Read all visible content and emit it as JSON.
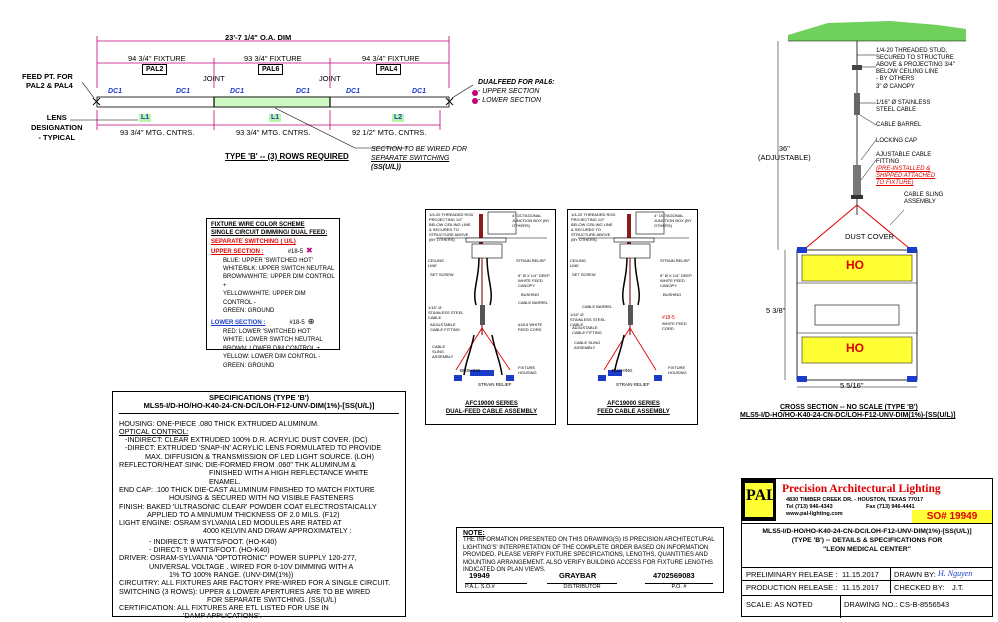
{
  "plan": {
    "overall_dim": "23'-7 1/4\" O.A. DIM",
    "fixture_dims": [
      "94 3/4\" FIXTURE",
      "93 3/4\" FIXTURE",
      "94 3/4\" FIXTURE"
    ],
    "fixture_tags": [
      "PAL2",
      "PAL6",
      "PAL4"
    ],
    "joints": [
      "JOINT",
      "JOINT"
    ],
    "dc_tags": [
      "DC1",
      "DC1",
      "DC1",
      "DC1",
      "DC1",
      "DC1"
    ],
    "lens_tags": [
      "L1",
      "L1",
      "L2"
    ],
    "mtg_centers": [
      "93 3/4\" MTG. CNTRS.",
      "93 3/4\" MTG. CNTRS.",
      "92 1/2\" MTG. CNTRS."
    ],
    "feed_label": [
      "FEED PT. FOR",
      "PAL2 & PAL4"
    ],
    "lens_label": [
      "LENS",
      "DESIGNATION",
      "- TYPICAL"
    ],
    "dualfeed_label": [
      "DUALFEED FOR PAL6:",
      "- UPPER SECTION",
      "- LOWER SECTION"
    ],
    "section_note": [
      "SECTION TO BE WIRED FOR",
      "SEPARATE SWITCHING",
      "(SS(U/L))"
    ],
    "title": "TYPE 'B' -- (3) ROWS REQUIRED"
  },
  "wire_scheme": {
    "title1": "FIXTURE WIRE COLOR SCHEME",
    "title2": "SINGLE CIRCUIT DIMMING/ DUAL FEED:",
    "title3": "SEPARATE SWITCHING ( U/L)",
    "upper_head": "UPPER SECTION :",
    "upper_tag": "#18-5",
    "upper_lines": [
      "BLUE: UPPER 'SWITCHED HOT'",
      "WHITE/BLK: UPPER SWITCH NEUTRAL",
      "BROWN/WHITE: UPPER DIM CONTROL +",
      "YELLOW/WHITE: UPPER DIM CONTROL -",
      "GREEN: GROUND"
    ],
    "lower_head": "LOWER SECTION :",
    "lower_tag": "#18-5",
    "lower_lines": [
      "RED: LOWER 'SWITCHED HOT'",
      "WHITE: LOWER SWITCH NEUTRAL",
      "BROWN: LOWER DIM CONTROL +",
      "YELLOW: LOWER DIM CONTROL -",
      "GREEN: GROUND"
    ]
  },
  "assembly1": {
    "labels": [
      "1/4-20 THREADED ROD PROJECTING 1/2\" BELOW CEILING LINE & SECURED TO STRUCTURE ABOVE (BY OTHERS)",
      "4\" OCTAGONAL JUNCTION BOX (BY OTHERS)",
      "CEILING LINE",
      "STRAIN RELIEF",
      "SET SCREW",
      "5\" Ø X 1/4\" DEEP WHITE FEED CANOPY",
      "BUSHING",
      "CABLE BARREL",
      "1/16\" Ø STAINLESS STEEL CABLE",
      "ADJUSTABLE CABLE FITTING",
      "#18-5 WHITE FEED CORD",
      "CABLE SLING ASSEMBLY",
      "BUSHING",
      "STRAIN RELIEF",
      "FIXTURE HOUSING"
    ],
    "title1": "AFC19000 SERIES",
    "title2": "DUAL-FEED CABLE ASSEMBLY"
  },
  "assembly2": {
    "labels": [
      "1/4-20 THREADED ROD PROJECTING 1/2\" BELOW CEILING LINE & SECURED TO STRUCTURE ABOVE (BY OTHERS)",
      "4\" OCTAGONAL JUNCTION BOX (BY OTHERS)",
      "CEILING LINE",
      "STRAIN RELIEF",
      "SET SCREW",
      "5\" Ø X 1/4\" DEEP WHITE FEED CANOPY",
      "BUSHING",
      "CABLE BARREL",
      "1/16\" Ø STAINLESS STEEL CABLE",
      "ADJUSTABLE CABLE FITTING",
      "#18-5",
      "WHITE FEED CORD",
      "CABLE SLING ASSEMBLY",
      "BUSHING",
      "STRAIN RELIEF",
      "FIXTURE HOUSING"
    ],
    "title1": "AFC19000 SERIES",
    "title2": "FEED CABLE ASSEMBLY"
  },
  "section": {
    "labels": [
      "1/4-20 THREADED STUD,",
      "SECURED TO STRUCTURE",
      "ABOVE & PROJECTING 3/4\"",
      "BELOW CEILING LINE",
      "- BY OTHERS",
      "3\" Ø CANOPY",
      "1/16\" Ø STAINLESS",
      "STEEL CABLE",
      "CABLE BARREL",
      "LOCKING CAP",
      "AJUSTABLE CABLE",
      "FITTING",
      "(PRE-INSTALLED &",
      "SHIPPED ATTACHED",
      "TO FIXTURE)",
      "CABLE SLING",
      "ASSEMBLY"
    ],
    "height_dim": [
      "36\"",
      "(ADJUSTABLE)"
    ],
    "dust_cover": "DUST COVER",
    "ho_top": "HO",
    "ho_bottom": "HO",
    "side_dim": "5 3/8\"",
    "bottom_dim": "5 5/16\"",
    "title1": "CROSS SECTION -- NO SCALE (TYPE 'B')",
    "title2": "MLS5-I/D-HO/HO-K40-24-CN-DC/LOH-F12-UNV-DIM(1%)-[SS(U/L)]"
  },
  "specs": {
    "heading": "SPECIFICATIONS (TYPE 'B')",
    "model": "MLS5-I/D-HO/HO-K40-24-CN-DC/LOH-F12-UNV-DIM(1%)-[SS(U/L)]",
    "lines": [
      "HOUSING: ONE-PIECE .080 THICK EXTRUDED ALUMINUM.",
      "OPTICAL CONTROL:",
      "-INDIRECT: CLEAR EXTRUDED 100% D.R. ACRYLIC DUST COVER. (DC)",
      "-DIRECT: EXTRUDED 'SNAP-IN' ACRYLIC LENS FORMULATED TO PROVIDE",
      "MAX. DIFFUSION & TRANSMISSION OF LED LIGHT SOURCE. (LOH)",
      "REFLECTOR/HEAT SINK: DIE-FORMED FROM .060\" THK ALUMINUM &",
      "FINISHED WITH A HIGH REFLECTANCE WHITE ENAMEL.",
      "END CAP: .100 THICK DIE-CAST ALUMINUM FINISHED TO MATCH FIXTURE",
      "HOUSING & SECURED WITH NO VISIBLE FASTENERS",
      "FINISH: BAKED 'ULTRASONIC CLEAR' POWDER COAT ELECTROSTAICALLY",
      "APPLIED TO A MINUMUM THICKNESS OF 2.0 MILS. (F12)",
      "LIGHT ENGINE: OSRAM SYLVANIA LED MODULES ARE RATED AT",
      "4000 KELVIN AND DRAW APPROXIMATELY :",
      "- INDIRECT: 9 WATTS/FOOT. (HO-K40)",
      "- DIRECT: 9 WATTS/FOOT. (HO-K40)",
      "DRIVER: OSRAM-SYLVANIA \"OPTOTRONIC\" POWER SUPPLY 120-277,",
      "UNIVERSAL VOLTAGE . WIRED FOR 0-10V DIMMING WITH A",
      "1% TO 100% RANGE. (UNV-DIM(1%))",
      "CIRCUITRY: ALL FIXTURES ARE FACTORY PRE-WIRED FOR A SINGLE CIRCUIT.",
      "SWITCHING (3 ROWS): UPPER & LOWER APERTURES ARE TO BE WIRED",
      "FOR SEPARATE SWITCHING. (SS(U/L)",
      "CERTIFICATION: ALL FIXTURES ARE ETL LISTED FOR USE IN",
      "'DAMP APPLICATIONS'."
    ]
  },
  "note": {
    "heading": "NOTE:",
    "lines": [
      "THE INFORMATION PRESENTED ON THIS DRAWING(S) IS PRECISION ARCHITECTURAL",
      "LIGHTING'S' INTERPRETATION OF THE  COMPLETE  ORDER BASED ON INFORMATION",
      "PROVIDED. PLEASE VERIFY FIXTURE SPECIFICATIONS, LENGTHS, QUANTITIES AND",
      "MOUNTING ARRANGEMENT. ALSO VERIFY BUILDING ACCESS FOR FIXTURE LENGTHS",
      "INDICATED ON PLAN VIEWS."
    ],
    "so": "19949",
    "distributor": "GRAYBAR",
    "po": "4702569083",
    "so_label": "P.A.L. S.O.#",
    "dist_label": "DISTRIBUTOR",
    "po_label": "P.O. #"
  },
  "titleblock": {
    "logo": "PAL",
    "company": "Precision Architectural Lighting",
    "address": "4830 TIMBER CREEK DR. - HOUSTON, TEXAS 77017",
    "phone": "Tel (713) 946-4343",
    "fax": "Fax (713) 946-4441",
    "web": "www.pal-lighting.com",
    "so_tag": "SO# 19949",
    "desc1": "MLS5-I/D-HO/HO-K40-24-CN-DC/LOH-F12-UNV-DIM(1%)-[SS(U/L)]",
    "desc2": "(TYPE 'B') -- DETAILS & SPECIFICATIONS FOR",
    "desc3": "\"LEON MEDICAL CENTER\"",
    "prelim_label": "PRELIMINARY RELEASE :",
    "prelim_date": "11.15.2017",
    "prod_label": "PRODUCTION RELEASE :",
    "prod_date": "11.15.2017",
    "drawn_label": "DRAWN BY:",
    "drawn_by": "H. Nguyen",
    "checked_label": "CHECKED BY:",
    "checked_by": "J.T.",
    "scale": "SCALE: AS NOTED",
    "drawing_no": "DRAWING NO.: CS-B-8556543"
  },
  "colors": {
    "pink": "#c2007a",
    "green": "#b8f5a8",
    "yellow": "#ffff33",
    "red": "#e00000",
    "blue": "#1a3cc8",
    "orange": "#f5a623"
  }
}
